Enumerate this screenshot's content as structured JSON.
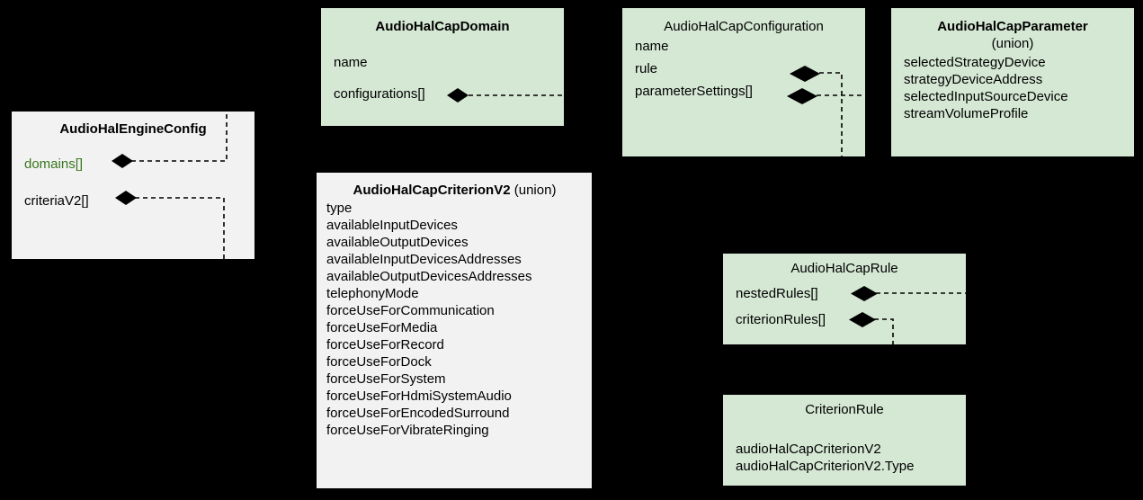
{
  "diagram": {
    "background": "#000000",
    "colors": {
      "green_fill": "#d5e8d4",
      "gray_fill": "#f2f2f2",
      "text": "#000000",
      "green_text": "#38761d",
      "line": "#000000"
    }
  },
  "boxes": {
    "engine_config": {
      "title": "AudioHalEngineConfig",
      "attributes": [
        {
          "label": "domains[]",
          "color": "green"
        },
        {
          "label": "criteriaV2[]",
          "color": "black"
        }
      ]
    },
    "cap_domain": {
      "title": "AudioHalCapDomain",
      "attributes": [
        {
          "label": "name"
        },
        {
          "label": "configurations[]"
        }
      ]
    },
    "cap_configuration": {
      "title": "AudioHalCapConfiguration",
      "attributes": [
        {
          "label": "name"
        },
        {
          "label": "rule"
        },
        {
          "label": "parameterSettings[]"
        }
      ]
    },
    "cap_parameter": {
      "title": "AudioHalCapParameter",
      "subtitle": "(union)",
      "attributes": [
        {
          "label": "selectedStrategyDevice"
        },
        {
          "label": "strategyDeviceAddress"
        },
        {
          "label": "selectedInputSourceDevice"
        },
        {
          "label": "streamVolumeProfile"
        }
      ]
    },
    "cap_criterion_v2": {
      "title": "AudioHalCapCriterionV2",
      "title_suffix": "(union)",
      "attributes": [
        {
          "label": "type"
        },
        {
          "label": "availableInputDevices"
        },
        {
          "label": "availableOutputDevices"
        },
        {
          "label": "availableInputDevicesAddresses"
        },
        {
          "label": "availableOutputDevicesAddresses"
        },
        {
          "label": "telephonyMode"
        },
        {
          "label": "forceUseForCommunication"
        },
        {
          "label": "forceUseForMedia"
        },
        {
          "label": "forceUseForRecord"
        },
        {
          "label": "forceUseForDock"
        },
        {
          "label": "forceUseForSystem"
        },
        {
          "label": "forceUseForHdmiSystemAudio"
        },
        {
          "label": "forceUseForEncodedSurround"
        },
        {
          "label": "forceUseForVibrateRinging"
        }
      ]
    },
    "cap_rule": {
      "title": "AudioHalCapRule",
      "attributes": [
        {
          "label": "nestedRules[]"
        },
        {
          "label": "criterionRules[]"
        }
      ]
    },
    "criterion_rule": {
      "title": "CriterionRule",
      "attributes": [
        {
          "label": "audioHalCapCriterionV2"
        },
        {
          "label": "audioHalCapCriterionV2.Type"
        }
      ]
    }
  }
}
